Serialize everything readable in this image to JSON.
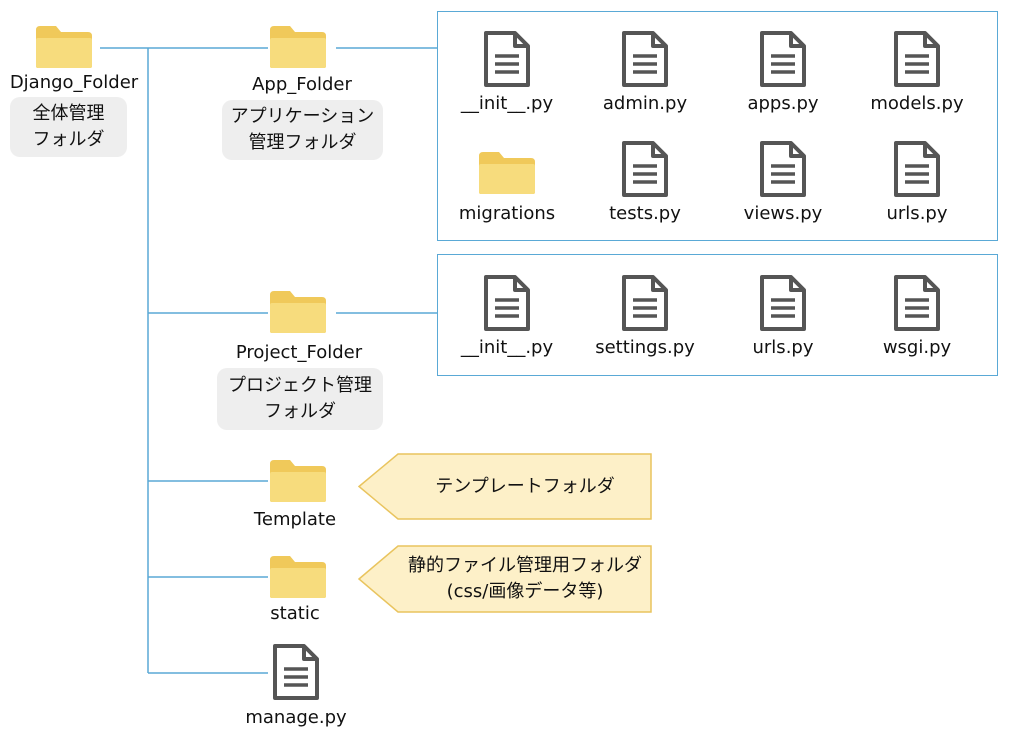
{
  "root": {
    "name": "Django_Folder",
    "note_line1": "全体管理",
    "note_line2": "フォルダ"
  },
  "app_folder": {
    "name": "App_Folder",
    "note_line1": "アプリケーション",
    "note_line2": "管理フォルダ",
    "items": [
      {
        "name": "__init__.py",
        "type": "file"
      },
      {
        "name": "admin.py",
        "type": "file"
      },
      {
        "name": "apps.py",
        "type": "file"
      },
      {
        "name": "models.py",
        "type": "file"
      },
      {
        "name": "migrations",
        "type": "folder"
      },
      {
        "name": "tests.py",
        "type": "file"
      },
      {
        "name": "views.py",
        "type": "file"
      },
      {
        "name": "urls.py",
        "type": "file"
      }
    ]
  },
  "project_folder": {
    "name": "Project_Folder",
    "note_line1": "プロジェクト管理",
    "note_line2": "フォルダ",
    "items": [
      {
        "name": "__init__.py",
        "type": "file"
      },
      {
        "name": "settings.py",
        "type": "file"
      },
      {
        "name": "urls.py",
        "type": "file"
      },
      {
        "name": "wsgi.py",
        "type": "file"
      }
    ]
  },
  "template_folder": {
    "name": "Template",
    "callout": "テンプレートフォルダ"
  },
  "static_folder": {
    "name": "static",
    "callout_line1": "静的ファイル管理用フォルダ",
    "callout_line2": "(css/画像データ等)"
  },
  "manage_file": {
    "name": "manage.py"
  },
  "colors": {
    "folder_back": "#f0c95a",
    "folder_front": "#f7dc7d",
    "file_stroke": "#555555",
    "line": "#5aa9d6",
    "note_bg": "#eeeeee",
    "callout_fill": "#fdf0c8",
    "callout_stroke": "#e9c45e"
  }
}
